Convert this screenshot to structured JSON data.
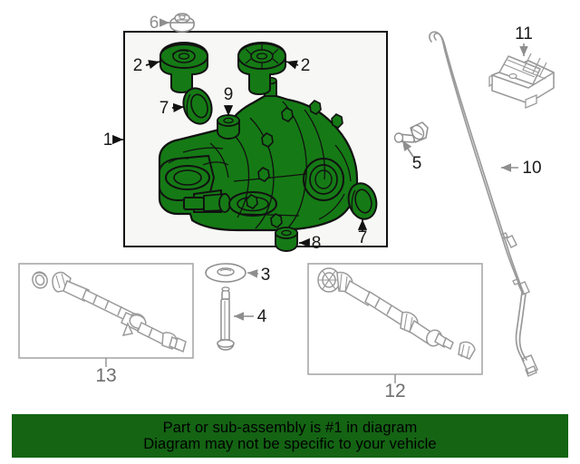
{
  "diagram": {
    "title": "Rear differential / axle assembly parts diagram",
    "colors": {
      "highlight_green": "#157a15",
      "banner_green": "#146414",
      "outline_dark": "#111111",
      "outline_gray": "#8e8e8e",
      "box_fill": "#f7f7f5",
      "page_background": "#ffffff"
    },
    "main_box": {
      "name": "main-assembly-box",
      "callout": "1",
      "note": "black-bordered box enclosing the highlighted differential sub-assembly"
    },
    "callouts": [
      {
        "id": "c1",
        "number": "1",
        "target": "differential-sub-assembly-box",
        "highlighted": true,
        "arrow": "right"
      },
      {
        "id": "c2a",
        "number": "2",
        "target": "mount-bushing-left",
        "highlighted": true,
        "arrow": "right"
      },
      {
        "id": "c2b",
        "number": "2",
        "target": "mount-bushing-right",
        "highlighted": true,
        "arrow": "left"
      },
      {
        "id": "c3",
        "number": "3",
        "target": "washer-disc",
        "highlighted": false,
        "arrow": "left"
      },
      {
        "id": "c4",
        "number": "4",
        "target": "long-bolt",
        "highlighted": false,
        "arrow": "left"
      },
      {
        "id": "c5",
        "number": "5",
        "target": "flange-bolt",
        "highlighted": false,
        "arrow": "up"
      },
      {
        "id": "c6",
        "number": "6",
        "target": "flange-nut",
        "highlighted": false,
        "arrow": "right"
      },
      {
        "id": "c7a",
        "number": "7",
        "target": "seal-ring-left",
        "highlighted": true,
        "arrow": "right"
      },
      {
        "id": "c7b",
        "number": "7",
        "target": "seal-ring-right",
        "highlighted": true,
        "arrow": "up"
      },
      {
        "id": "c8",
        "number": "8",
        "target": "bushing-lower",
        "highlighted": true,
        "arrow": "left"
      },
      {
        "id": "c9",
        "number": "9",
        "target": "bushing-upper",
        "highlighted": true,
        "arrow": "down"
      },
      {
        "id": "c10",
        "number": "10",
        "target": "vent-hose-cable",
        "highlighted": false,
        "arrow": "left"
      },
      {
        "id": "c11",
        "number": "11",
        "target": "control-module",
        "highlighted": false,
        "arrow": "down"
      },
      {
        "id": "c12",
        "number": "12",
        "target": "cv-axle-shaft-box",
        "highlighted": false,
        "arrow": "none"
      },
      {
        "id": "c13",
        "number": "13",
        "target": "drive-shaft-box",
        "highlighted": false,
        "arrow": "none"
      }
    ],
    "sub_boxes": [
      {
        "name": "drive-shaft-box",
        "label": "13",
        "part": "propeller / drive shaft assembly"
      },
      {
        "name": "cv-axle-shaft-box",
        "label": "12",
        "part": "cv axle half shaft assembly"
      }
    ],
    "loose_parts": [
      {
        "name": "washer-disc",
        "label": "3"
      },
      {
        "name": "long-bolt",
        "label": "4"
      },
      {
        "name": "flange-bolt",
        "label": "5"
      },
      {
        "name": "flange-nut",
        "label": "6"
      },
      {
        "name": "vent-hose-cable",
        "label": "10"
      },
      {
        "name": "control-module",
        "label": "11"
      }
    ]
  },
  "banner": {
    "line1": "Part or sub-assembly is #1 in diagram",
    "line2": "Diagram may not be specific to your vehicle"
  }
}
